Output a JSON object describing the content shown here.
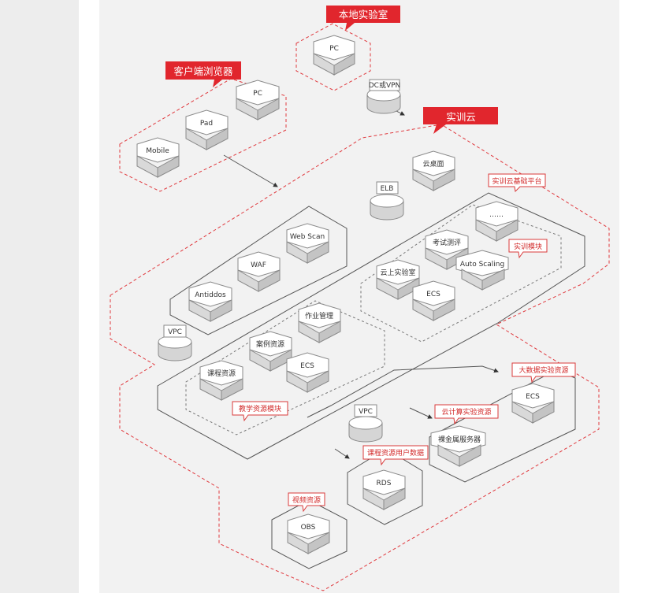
{
  "callouts": {
    "local_lab": "本地实验室",
    "client_browser": "客户端浏览器",
    "training_cloud": "实训云"
  },
  "tags": {
    "cloud_platform": "实训云基础平台",
    "training_module": "实训模块",
    "teaching_resource_module": "教学资源模块",
    "bigdata_lab": "大数据实验资源",
    "cloud_compute_lab": "云计算实验资源",
    "course_user_data": "课程资源用户数据",
    "video_resource": "视频资源"
  },
  "nodes": {
    "pc_local": "PC",
    "dc_vpn": "DC或VPN",
    "pc_client": "PC",
    "pad": "Pad",
    "mobile": "Mobile",
    "cloud_desktop": "云桌面",
    "elb": "ELB",
    "ellipsis": "……",
    "exam": "考试测评",
    "auto_scaling": "Auto Scaling",
    "cloud_lab": "云上实验室",
    "ecs_training": "ECS",
    "web_scan": "Web Scan",
    "waf": "WAF",
    "antiddos": "Antiddos",
    "vpc_left": "VPC",
    "homework": "作业管理",
    "case_resource": "案例资源",
    "course_resource": "课程资源",
    "ecs_teaching": "ECS",
    "vpc_center": "VPC",
    "ecs_bigdata": "ECS",
    "bare_metal": "裸金属服务器",
    "rds": "RDS",
    "obs": "OBS"
  }
}
